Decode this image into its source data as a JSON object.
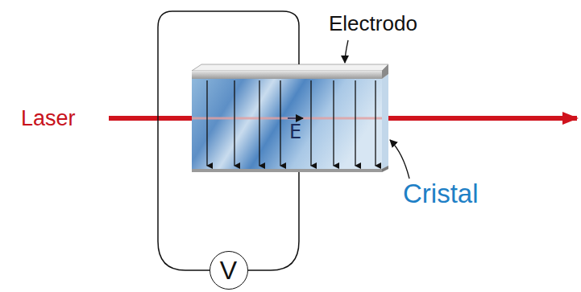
{
  "diagram": {
    "nodes": [
      {
        "text": [
          "E"
        ]
      },
      {
        "text": [
          "V"
        ]
      }
    ],
    "edges": [
      {
        "from": 0,
        "to": 1,
        "arrow": "none"
      },
      {
        "from": 0,
        "to": 1,
        "arrow": "none"
      }
    ],
    "labels": [
      "Electrodo",
      "Laser",
      "Cristal"
    ]
  }
}
